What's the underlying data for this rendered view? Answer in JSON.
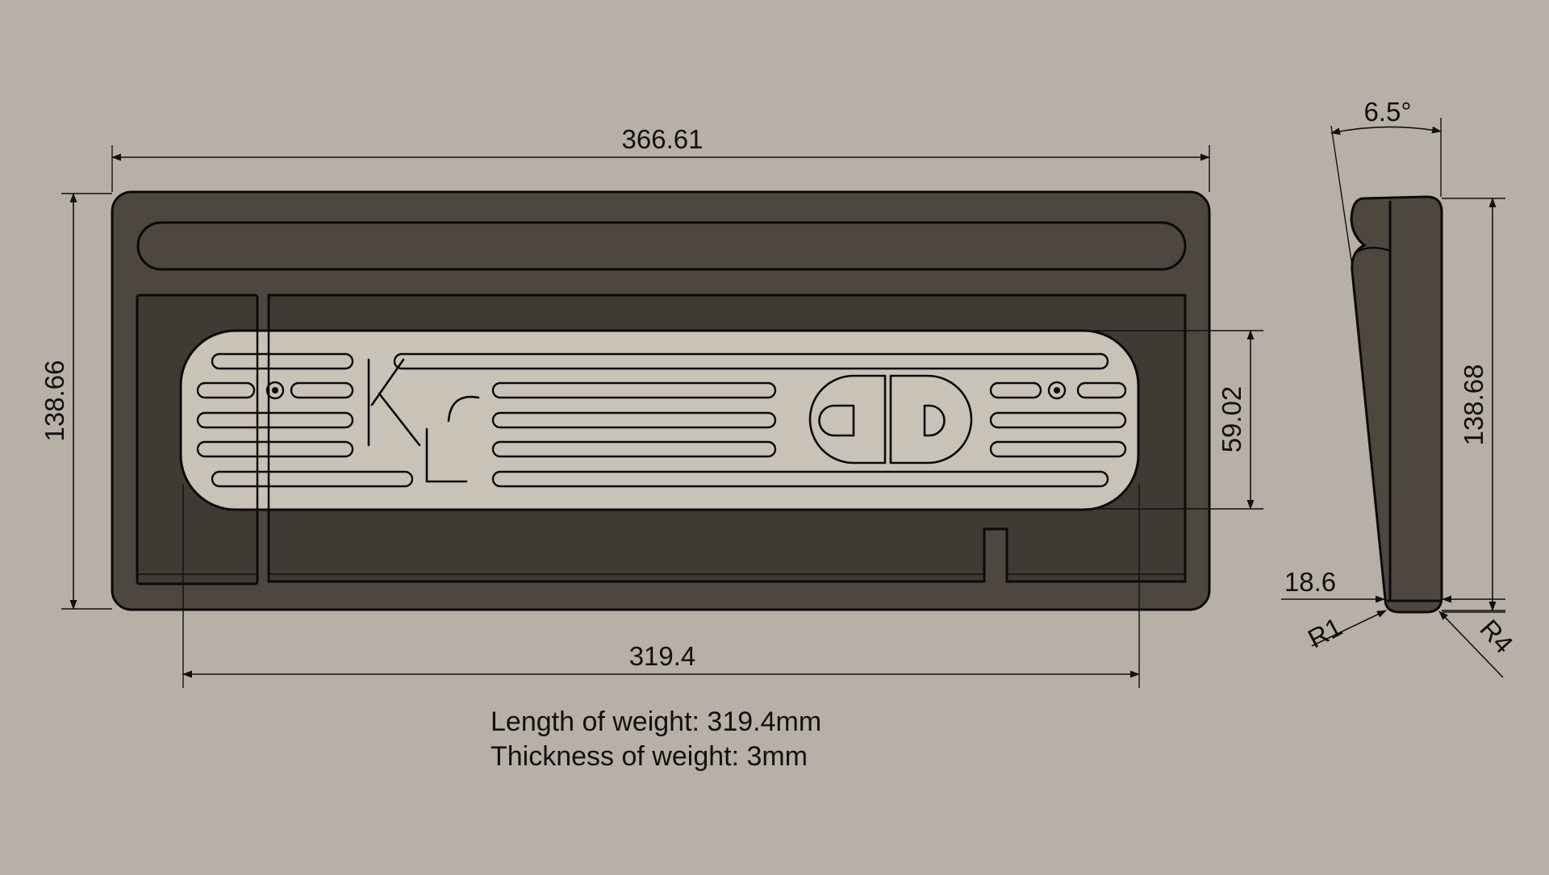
{
  "colors": {
    "background": "#b8b0a6",
    "case_body": "#4d4740",
    "case_pocket": "#3f3a34",
    "weight_plate": "#c9c2b6",
    "outline": "#0a0a0a"
  },
  "dimensions": {
    "overall_width": "366.61",
    "overall_height": "138.66",
    "weight_length": "319.4",
    "weight_height": "59.02",
    "side_height": "138.68",
    "side_angle": "6.5°",
    "side_front_height": "18.6",
    "radius_front": "R1",
    "radius_back": "R4"
  },
  "weight_logo": {
    "left_mark": "KL",
    "right_mark": "DD"
  },
  "notes": {
    "length_of_weight": "Length of weight: 319.4mm",
    "thickness_of_weight": "Thickness of weight: 3mm"
  }
}
